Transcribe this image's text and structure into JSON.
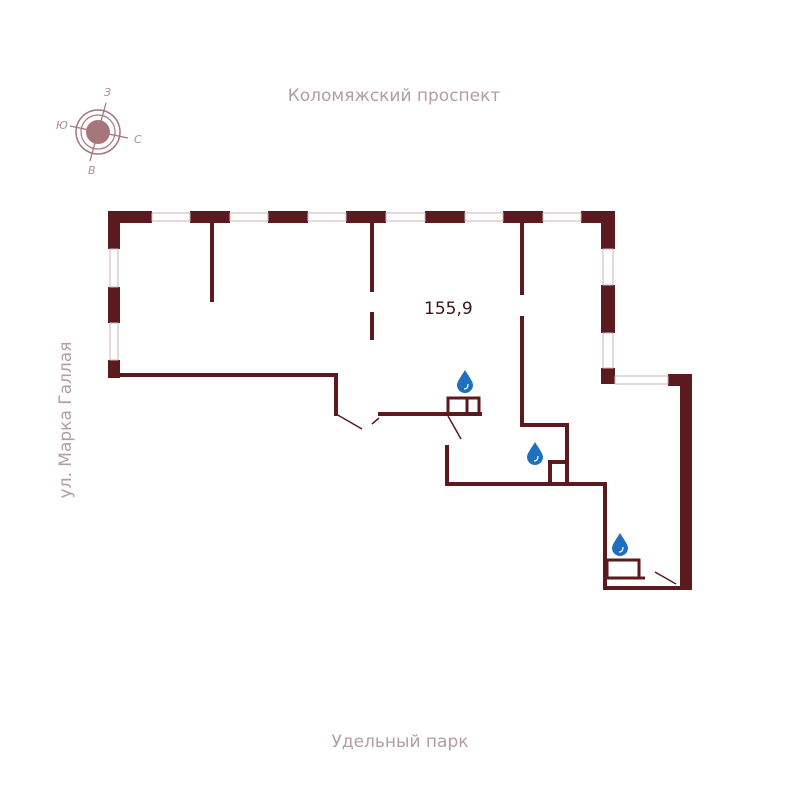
{
  "streets": {
    "top": "Коломяжский проспект",
    "bottom": "Удельный парк",
    "left": "ул. Марка Галлая"
  },
  "compass": {
    "north": "З",
    "south": "В",
    "east": "С",
    "west": "Ю"
  },
  "area_label": "155,9",
  "colors": {
    "wall": "#5a1a1e",
    "text": "#b39da1",
    "compass": "#a6767d",
    "water": "#1f6fc1"
  },
  "icons": [
    "compass-icon",
    "water-drop-icon",
    "door-icon",
    "window-icon"
  ]
}
